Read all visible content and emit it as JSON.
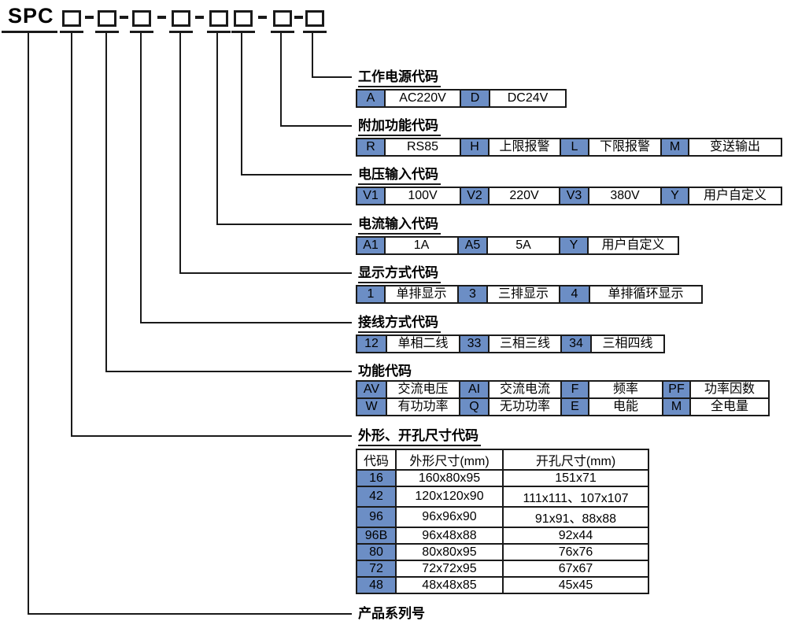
{
  "series": {
    "prefix": "SPC",
    "label": "产品系列号"
  },
  "colors": {
    "code_cell": "#6C8EC5",
    "line": "#1a1a1a"
  },
  "groups": [
    {
      "label": "工作电源代码",
      "cells": [
        {
          "t": "A",
          "code": true
        },
        {
          "t": "AC220V"
        },
        {
          "t": "D",
          "code": true
        },
        {
          "t": "DC24V"
        }
      ]
    },
    {
      "label": "附加功能代码",
      "cells": [
        {
          "t": "R",
          "code": true
        },
        {
          "t": "RS85"
        },
        {
          "t": "H",
          "code": true
        },
        {
          "t": "上限报警"
        },
        {
          "t": "L",
          "code": true
        },
        {
          "t": "下限报警"
        },
        {
          "t": "M",
          "code": true
        },
        {
          "t": "变送输出"
        }
      ]
    },
    {
      "label": "电压输入代码",
      "cells": [
        {
          "t": "V1",
          "code": true
        },
        {
          "t": "100V"
        },
        {
          "t": "V2",
          "code": true
        },
        {
          "t": "220V"
        },
        {
          "t": "V3",
          "code": true
        },
        {
          "t": "380V"
        },
        {
          "t": "Y",
          "code": true
        },
        {
          "t": "用户自定义"
        }
      ]
    },
    {
      "label": "电流输入代码",
      "cells": [
        {
          "t": "A1",
          "code": true
        },
        {
          "t": "1A"
        },
        {
          "t": "A5",
          "code": true
        },
        {
          "t": "5A"
        },
        {
          "t": "Y",
          "code": true
        },
        {
          "t": "用户自定义"
        }
      ]
    },
    {
      "label": "显示方式代码",
      "cells": [
        {
          "t": "1",
          "code": true
        },
        {
          "t": "单排显示"
        },
        {
          "t": "3",
          "code": true
        },
        {
          "t": "三排显示"
        },
        {
          "t": "4",
          "code": true
        },
        {
          "t": "单排循环显示"
        }
      ]
    },
    {
      "label": "接线方式代码",
      "cells": [
        {
          "t": "12",
          "code": true
        },
        {
          "t": "单相二线"
        },
        {
          "t": "33",
          "code": true
        },
        {
          "t": "三相三线"
        },
        {
          "t": "34",
          "code": true
        },
        {
          "t": "三相四线"
        }
      ]
    },
    {
      "label": "功能代码",
      "rows": [
        {
          "cells": [
            {
              "t": "AV",
              "code": true
            },
            {
              "t": "交流电压"
            },
            {
              "t": "AI",
              "code": true
            },
            {
              "t": "交流电流"
            },
            {
              "t": "F",
              "code": true
            },
            {
              "t": "频率"
            },
            {
              "t": "PF",
              "code": true
            },
            {
              "t": "功率因数"
            }
          ]
        },
        {
          "cells": [
            {
              "t": "W",
              "code": true
            },
            {
              "t": "有功功率"
            },
            {
              "t": "Q",
              "code": true
            },
            {
              "t": "无功功率"
            },
            {
              "t": "E",
              "code": true
            },
            {
              "t": "电能"
            },
            {
              "t": "M",
              "code": true
            },
            {
              "t": "全电量"
            }
          ]
        }
      ]
    },
    {
      "label": "外形、开孔尺寸代码",
      "columns": [
        "代码",
        "外形尺寸(mm)",
        "开孔尺寸(mm)"
      ],
      "rows": [
        [
          "16",
          "160x80x95",
          "151x71"
        ],
        [
          "42",
          "120x120x90",
          "111x111、107x107"
        ],
        [
          "96",
          "96x96x90",
          "91x91、88x88"
        ],
        [
          "96B",
          "96x48x88",
          "92x44"
        ],
        [
          "80",
          "80x80x95",
          "76x76"
        ],
        [
          "72",
          "72x72x95",
          "67x67"
        ],
        [
          "48",
          "48x48x85",
          "45x45"
        ]
      ]
    }
  ]
}
